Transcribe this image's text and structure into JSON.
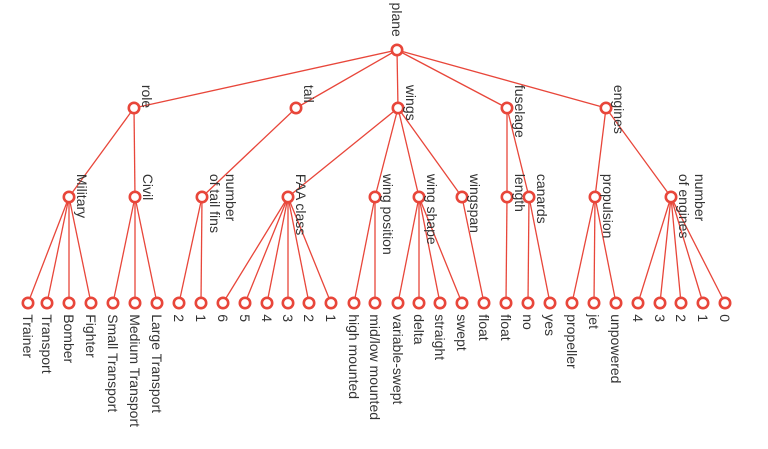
{
  "colors": {
    "link": "#e8463a",
    "node_stroke": "#e8463a",
    "node_fill": "#ffffff",
    "text": "#333333"
  },
  "tree": {
    "name": "plane",
    "children": [
      {
        "name": "role",
        "children": [
          {
            "name": "Military",
            "children": [
              {
                "name": "Trainer"
              },
              {
                "name": "Transport"
              },
              {
                "name": "Bomber"
              },
              {
                "name": "Fighter"
              }
            ]
          },
          {
            "name": "Civil",
            "children": [
              {
                "name": "Small Transport"
              },
              {
                "name": "Medium Transport"
              },
              {
                "name": "Large Transport"
              }
            ]
          }
        ]
      },
      {
        "name": "tail",
        "children": [
          {
            "name": "number\nof tail fins",
            "children": [
              {
                "name": "2"
              },
              {
                "name": "1"
              }
            ]
          }
        ]
      },
      {
        "name": "wings",
        "children": [
          {
            "name": "FAA class",
            "children": [
              {
                "name": "6"
              },
              {
                "name": "5"
              },
              {
                "name": "4"
              },
              {
                "name": "3"
              },
              {
                "name": "2"
              },
              {
                "name": "1"
              }
            ]
          },
          {
            "name": "wing position",
            "children": [
              {
                "name": "high mounted"
              },
              {
                "name": "mid/low mounted"
              }
            ]
          },
          {
            "name": "wing shape",
            "children": [
              {
                "name": "variable-swept"
              },
              {
                "name": "delta"
              },
              {
                "name": "straight"
              },
              {
                "name": "swept"
              }
            ]
          },
          {
            "name": "wingspan",
            "children": [
              {
                "name": "float"
              }
            ]
          }
        ]
      },
      {
        "name": "fuselage",
        "children": [
          {
            "name": "length",
            "children": [
              {
                "name": "float"
              }
            ]
          },
          {
            "name": "canards",
            "children": [
              {
                "name": "no"
              },
              {
                "name": "yes"
              }
            ]
          }
        ]
      },
      {
        "name": "engines",
        "children": [
          {
            "name": "propulsion",
            "children": [
              {
                "name": "propeller"
              },
              {
                "name": "jet"
              },
              {
                "name": "unpowered"
              }
            ]
          },
          {
            "name": "number\nof engines",
            "children": [
              {
                "name": "4"
              },
              {
                "name": "3"
              },
              {
                "name": "2"
              },
              {
                "name": "1"
              },
              {
                "name": "0"
              }
            ]
          }
        ]
      }
    ]
  }
}
